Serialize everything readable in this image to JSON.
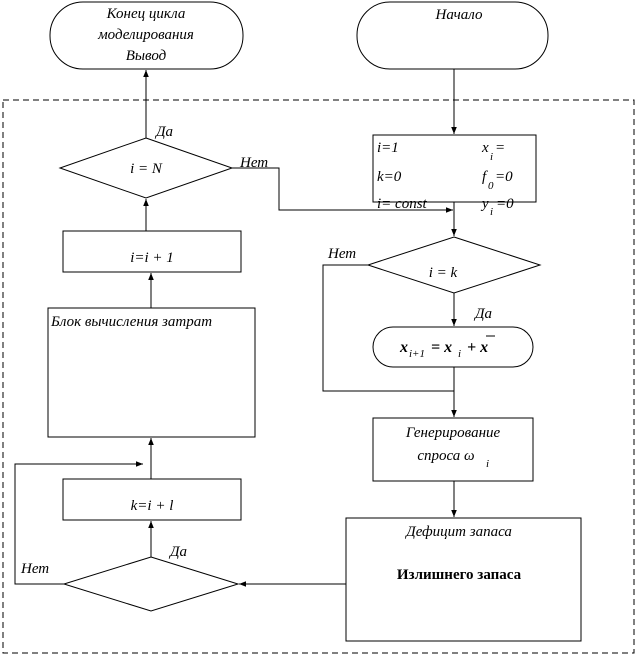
{
  "terminals": {
    "end": [
      "Конец цикла",
      "моделирования",
      "Вывод"
    ],
    "start": "Начало"
  },
  "decisions": {
    "i_eq_N": "i = N",
    "i_eq_k": "i = k"
  },
  "labels": {
    "yes": "Да",
    "no": "Нет"
  },
  "init_block": {
    "i": "i=1",
    "k": "k=0",
    "i_const": "i= const",
    "x": "x",
    "x_sub": "i",
    "x_eq": "=",
    "f": "f",
    "f_sub": "0",
    "f_val": "=0",
    "y": "y",
    "y_sub": "i",
    "y_val": "=0"
  },
  "formula": {
    "lhs": "x",
    "lhs_sub": "i+1",
    "eq": "= x",
    "rhs_sub": "i",
    "plus": "+ x"
  },
  "blocks": {
    "increment_i": "i=i + 1",
    "cost_block": "Блок  вычисления затрат",
    "demand": [
      "Генерирование",
      "спроса  ω"
    ],
    "demand_sub": "i",
    "increment_k": "k=i + l",
    "deficit": "Дефицит запаса",
    "surplus": "Излишнего запаса"
  }
}
